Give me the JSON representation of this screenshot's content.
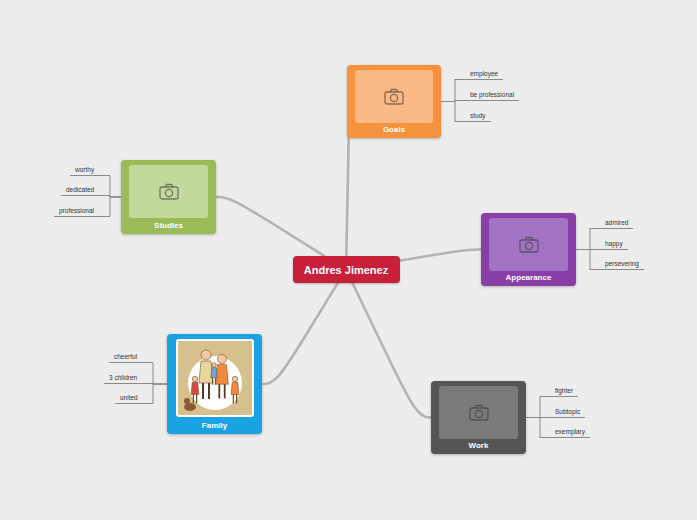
{
  "diagram": {
    "nodes": [
      {
        "text": [
          "Andres Jimenez"
        ]
      },
      {
        "text": [
          "Goals"
        ]
      },
      {
        "text": [
          "employee"
        ]
      },
      {
        "text": [
          "be professional"
        ]
      },
      {
        "text": [
          "study"
        ]
      },
      {
        "text": [
          "Studies"
        ]
      },
      {
        "text": [
          "worthy"
        ]
      },
      {
        "text": [
          "dedicated"
        ]
      },
      {
        "text": [
          "professional"
        ]
      },
      {
        "text": [
          "Appearance"
        ]
      },
      {
        "text": [
          "admired"
        ]
      },
      {
        "text": [
          "happy"
        ]
      },
      {
        "text": [
          "persevering"
        ]
      },
      {
        "text": [
          "Family"
        ]
      },
      {
        "text": [
          "cheerful"
        ]
      },
      {
        "text": [
          "3 children"
        ]
      },
      {
        "text": [
          "united"
        ]
      },
      {
        "text": [
          "Work"
        ]
      },
      {
        "text": [
          "fighter"
        ]
      },
      {
        "text": [
          "Subtopic"
        ]
      },
      {
        "text": [
          "exemplary"
        ]
      }
    ],
    "edges": [
      {
        "from": 0,
        "to": 1,
        "arrow": "none"
      },
      {
        "from": 0,
        "to": 5,
        "arrow": "none"
      },
      {
        "from": 0,
        "to": 9,
        "arrow": "none"
      },
      {
        "from": 0,
        "to": 13,
        "arrow": "none"
      },
      {
        "from": 0,
        "to": 17,
        "arrow": "none"
      },
      {
        "from": 1,
        "to": 2,
        "arrow": "none"
      },
      {
        "from": 1,
        "to": 3,
        "arrow": "none"
      },
      {
        "from": 1,
        "to": 4,
        "arrow": "none"
      },
      {
        "from": 5,
        "to": 6,
        "arrow": "none"
      },
      {
        "from": 5,
        "to": 7,
        "arrow": "none"
      },
      {
        "from": 5,
        "to": 8,
        "arrow": "none"
      },
      {
        "from": 9,
        "to": 10,
        "arrow": "none"
      },
      {
        "from": 9,
        "to": 11,
        "arrow": "none"
      },
      {
        "from": 9,
        "to": 12,
        "arrow": "none"
      },
      {
        "from": 13,
        "to": 14,
        "arrow": "none"
      },
      {
        "from": 13,
        "to": 15,
        "arrow": "none"
      },
      {
        "from": 13,
        "to": 16,
        "arrow": "none"
      },
      {
        "from": 17,
        "to": 18,
        "arrow": "none"
      },
      {
        "from": 17,
        "to": 19,
        "arrow": "none"
      },
      {
        "from": 17,
        "to": 20,
        "arrow": "none"
      }
    ]
  }
}
